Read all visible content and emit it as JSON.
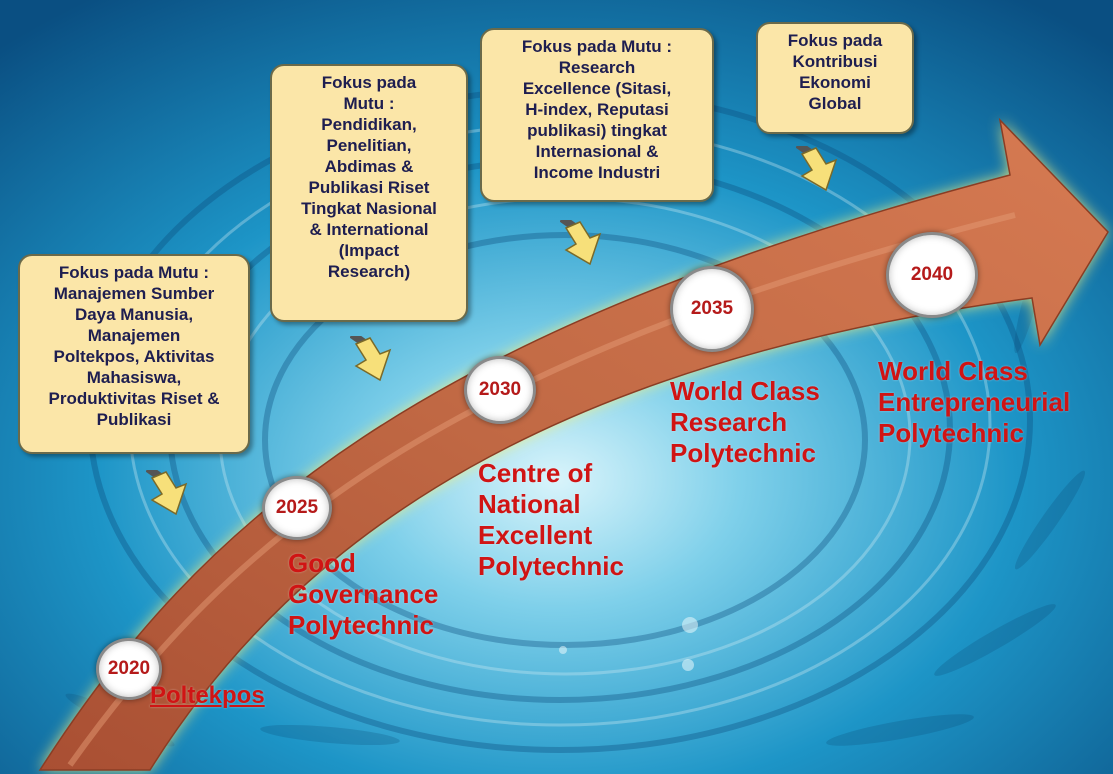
{
  "focus_boxes": {
    "box_2020": "Fokus pada Mutu :\nManajemen Sumber\nDaya Manusia,\nManajemen\nPoltekpos, Aktivitas\nMahasiswa,\nProduktivitas Riset &\nPublikasi",
    "box_2025": "Fokus  pada\nMutu :\nPendidikan,\nPenelitian,\nAbdimas &\nPublikasi Riset\nTingkat Nasional\n& International\n(Impact\nResearch)",
    "box_2030": "Fokus pada Mutu :\nResearch\nExcellence (Sitasi,\nH-index, Reputasi\npublikasi) tingkat\nInternasional &\nIncome Industri",
    "box_2040": "Fokus pada\nKontribusi\nEkonomi\nGlobal"
  },
  "years": {
    "y2020": "2020",
    "y2025": "2025",
    "y2030": "2030",
    "y2035": "2035",
    "y2040": "2040"
  },
  "milestones": {
    "m2020": "Poltekpos",
    "m2025": "Good\nGovernance\nPolytechnic",
    "m2030": "Centre of\nNational\nExcellent\nPolytechnic",
    "m2035": "World Class\nResearch\nPolytechnic",
    "m2040": "World Class\nEntrepreneurial\nPolytechnic"
  },
  "colors": {
    "box_fill": "#fbe6a8",
    "box_text": "#1e1e50",
    "milestone_text": "#d01414",
    "year_text": "#b51a1a",
    "arrow_body": "#b9603e",
    "arrow_glow": "#f3f07a",
    "water": "#1a8ec0"
  }
}
